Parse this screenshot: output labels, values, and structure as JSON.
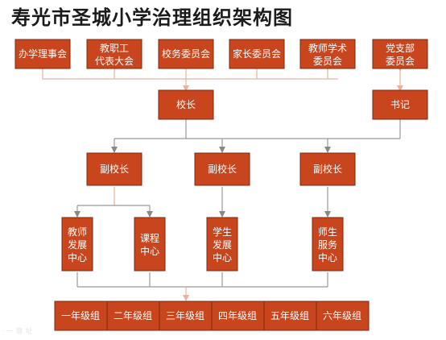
{
  "title": "寿光市圣城小学治理组织架构图",
  "nodes": {
    "board": "办学理事会",
    "staff_congress": [
      "教职工",
      "代表大会"
    ],
    "school_affairs": "校务委员会",
    "parents": "家长委员会",
    "academic": [
      "教师学术",
      "委员会"
    ],
    "party": [
      "党支部",
      "委员会"
    ],
    "principal": "校长",
    "secretary": "书记",
    "vp_1": "副校长",
    "vp_2": "副校长",
    "vp_3": "副校长",
    "teacher_center": [
      "教师",
      "发展",
      "中心"
    ],
    "curriculum": [
      "课程",
      "中心"
    ],
    "student_center": [
      "学生",
      "发展",
      "中心"
    ],
    "staff_service": [
      "师生",
      "服务",
      "中心"
    ],
    "grade_1": "一年级组",
    "grade_2": "二年级组",
    "grade_3": "三年级组",
    "grade_4": "四年级组",
    "grade_5": "五年级组",
    "grade_6": "六年级组"
  },
  "watermark": "· 一 靠 址"
}
